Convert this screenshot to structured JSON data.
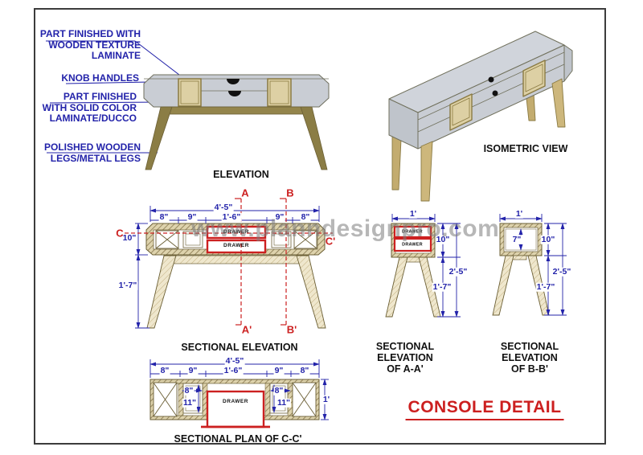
{
  "page": {
    "watermark": "www.planndesignpro.com",
    "title": "CONSOLE DETAIL"
  },
  "callouts": {
    "wooden_texture": "PART FINISHED WITH\nWOODEN TEXTURE\nLAMINATE",
    "knob_handles": "KNOB HANDLES",
    "solid_color": "PART FINISHED\nWITH SOLID COLOR\nLAMINATE/DUCCO",
    "legs": "POLISHED WOODEN\nLEGS/METAL LEGS"
  },
  "labels": {
    "drawer": "DRAWER",
    "elevation": "ELEVATION",
    "isometric": "ISOMETRIC VIEW",
    "sectional_elevation": "SECTIONAL ELEVATION",
    "section_aa": "SECTIONAL\nELEVATION\nOF A-A'",
    "section_bb": "SECTIONAL\nELEVATION\nOF B-B'",
    "plan_cc": "SECTIONAL PLAN OF C-C'"
  },
  "markers": {
    "a": "A",
    "a_prime": "A'",
    "b": "B",
    "b_prime": "B'",
    "c": "C",
    "c_prime": "C'"
  },
  "dims": {
    "se": {
      "total": "4'-5\"",
      "s1": "8\"",
      "s2": "9\"",
      "s3": "1'-6\"",
      "s4": "9\"",
      "s5": "8\"",
      "body": "10\"",
      "leg": "1'-7\""
    },
    "aa": {
      "width": "1'",
      "body": "10\"",
      "total": "2'-5\"",
      "leg": "1'-7\""
    },
    "bb": {
      "width": "1'",
      "inner": "7\"",
      "body": "10\"",
      "total": "2'-5\"",
      "leg": "1'-7\""
    },
    "cc": {
      "total": "4'-5\"",
      "s1": "8\"",
      "s2": "9\"",
      "s3": "1'-6\"",
      "s4": "9\"",
      "s5": "8\"",
      "in8l": "8\"",
      "in11l": "11\"",
      "in8r": "8\"",
      "in11r": "11\"",
      "depth": "1'"
    }
  },
  "colors": {
    "dim_blue": "#2323aa",
    "section_red": "#cc2020",
    "title_red": "#cc1f1f",
    "body_gray": "#c9cdd4",
    "panel_tan": "#ddd0a4",
    "leg_olive": "#8b7d45"
  }
}
